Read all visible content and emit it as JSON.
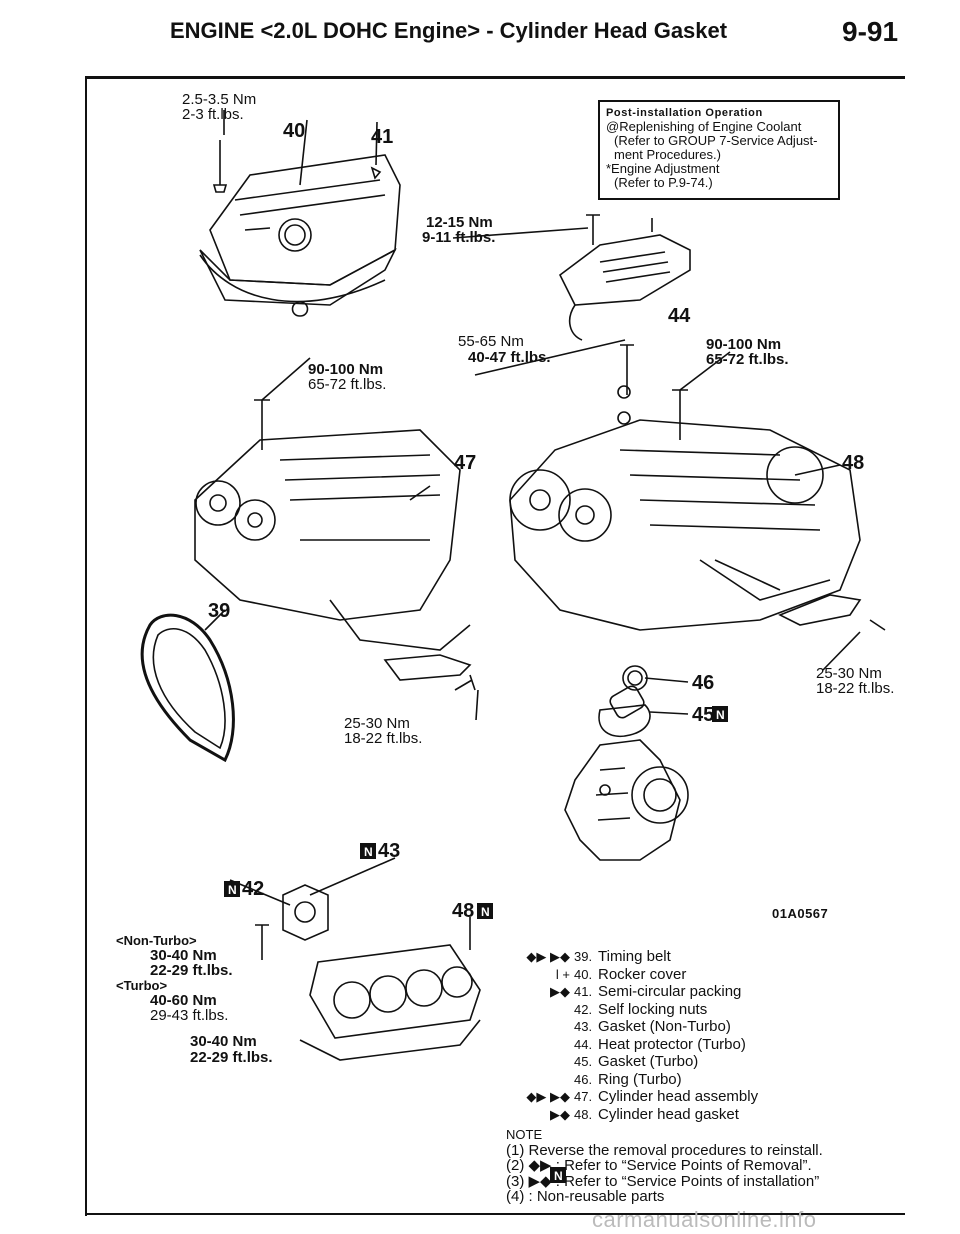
{
  "header": {
    "title": "ENGINE <2.0L DOHC Engine> - Cylinder Head Gasket",
    "page": "9-91"
  },
  "post_install": {
    "title": "Post-installation Operation",
    "item1": "@Replenishing of Engine Coolant",
    "item1_ref1": "(Refer to GROUP 7-Service Adjust-",
    "item1_ref2": "ment Procedures.)",
    "item2": "*Engine Adjustment",
    "item2_ref": "(Refer to P.9-74.)"
  },
  "torque_labels": {
    "t1_nm": "2.5-3.5 Nm",
    "t1_ft": "2-3 ft.lbs.",
    "t2_nm": "12-15 Nm",
    "t2_ft": "9-11 ft.lbs.",
    "t3_nm": "55-65 Nm",
    "t3_ft": "40-47 ft.lbs.",
    "t4_nm": "90-100 Nm",
    "t4_ft": "65-72 ft.lbs.",
    "t5_nm": "90-100 Nm",
    "t5_ft": "65-72 ft.lbs.",
    "t6_nm": "25-30 Nm",
    "t6_ft": "18-22 ft.lbs.",
    "t7_nm": "25-30 Nm",
    "t7_ft": "18-22 ft.lbs.",
    "nonturbo": "<Non-Turbo>",
    "nonturbo_nm": "30-40 Nm",
    "nonturbo_ft": "22-29 ft.lbs.",
    "turbo": "<Turbo>",
    "turbo_nm": "40-60 Nm",
    "turbo_ft": "29-43 ft.lbs.",
    "t8_nm": "30-40 Nm",
    "t8_ft": "22-29 ft.lbs."
  },
  "callouts": {
    "c39": "39",
    "c40": "40",
    "c41": "41",
    "c42": "42",
    "c43": "43",
    "c44": "44",
    "c45": "45",
    "c46": "46",
    "c47": "47",
    "c48": "48",
    "c48b": "48"
  },
  "figure_code": "01A0567",
  "parts": [
    {
      "marks": "◆▶ ▶◆",
      "no": "39.",
      "name": "Timing belt"
    },
    {
      "marks": "l  +",
      "no": "40.",
      "name": "Rocker cover"
    },
    {
      "marks": "▶◆",
      "no": "41.",
      "name": "Semi-circular packing"
    },
    {
      "marks": "",
      "no": "42.",
      "name": "Self locking nuts"
    },
    {
      "marks": "",
      "no": "43.",
      "name": "Gasket (Non-Turbo)"
    },
    {
      "marks": "",
      "no": "44.",
      "name": "Heat protector (Turbo)"
    },
    {
      "marks": "",
      "no": "45.",
      "name": "Gasket (Turbo)"
    },
    {
      "marks": "",
      "no": "46.",
      "name": "Ring (Turbo)"
    },
    {
      "marks": "◆▶ ▶◆",
      "no": "47.",
      "name": "Cylinder head assembly"
    },
    {
      "marks": "▶◆",
      "no": "48.",
      "name": "Cylinder head gasket"
    }
  ],
  "note": {
    "title": "NOTE",
    "l1": "(1) Reverse the removal procedures to reinstall.",
    "l2": "(2) ◆▶ : Refer to “Service Points of Removal”.",
    "l3": "(3) ▶◆ : Refer to “Service Points of installation”",
    "l4": "(4)     : Non-reusable parts"
  },
  "watermark": "carmanualsonline.info"
}
